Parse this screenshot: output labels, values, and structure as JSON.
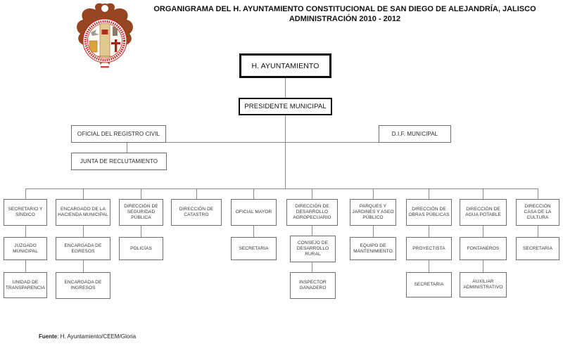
{
  "title": {
    "line1": "ORGANIGRAMA DEL H. AYUNTAMIENTO CONSTITUCIONAL DE SAN DIEGO DE ALEJANDRÍA, JALISCO",
    "line2": "ADMINISTRACIÓN 2010 - 2012"
  },
  "crest": {
    "icon": "municipal-crest-icon",
    "colors": {
      "eagle": "#95451f",
      "ring_text": "#c0251f",
      "shield_band": "#e3c98f",
      "cross": "#a3231c"
    }
  },
  "top": {
    "ayuntamiento": "H. AYUNTAMIENTO",
    "presidente": "PRESIDENTE MUNICIPAL",
    "registro_civil": "OFICIAL DEL REGISTRO CIVIL",
    "junta": "JUNTA DE RECLUTAMIENTO",
    "dif": "D.I.F. MUNICIPAL"
  },
  "departments": [
    {
      "label": "SECRETARIO Y SÍNDICO",
      "children": [
        "JUZGADO MUNICIPAL",
        "UNIDAD DE TRANSPARENCIA"
      ]
    },
    {
      "label": "ENCARGADO DE LA HACIENDA MUNICIPAL",
      "children": [
        "ENCARGADA DE EGRESOS",
        "ENCARGADA DE INGRESOS"
      ]
    },
    {
      "label": "DIRECCIÓN DE SEGURIDAD PÚBLICA",
      "children": [
        "POLICÍAS"
      ]
    },
    {
      "label": "DIRECCIÓN DE CATASTRO",
      "children": []
    },
    {
      "label": "OFICIAL MAYOR",
      "children": [
        "SECRETARIA"
      ]
    },
    {
      "label": "DIRECCIÓN DE DESARROLLO AGROPECUARIO",
      "children": [
        "CONSEJO DE DESARROLLO RURAL",
        "INSPECTOR GANADERO"
      ]
    },
    {
      "label": "PARQUES Y JARDINES Y ASEO PÚBLICO",
      "children": [
        "EQUIPO DE MANTENIMIENTO"
      ]
    },
    {
      "label": "DIRECCIÓN DE OBRAS PÚBLICAS",
      "children": [
        "PROYECTISTA",
        "SECRETARIA"
      ]
    },
    {
      "label": "DIRECCIÓN DE AGUA POTABLE",
      "children": [
        "FONTANEROS",
        "AUXILIAR ADMINISTRATIVO"
      ]
    },
    {
      "label": "DIRECCIÓN CASA DE LA CULTURA",
      "children": [
        "SECRETARIA"
      ]
    }
  ],
  "footer": {
    "bold": "Fuente",
    "rest": ": H. Ayuntamiento/CEEM/Gloria"
  }
}
